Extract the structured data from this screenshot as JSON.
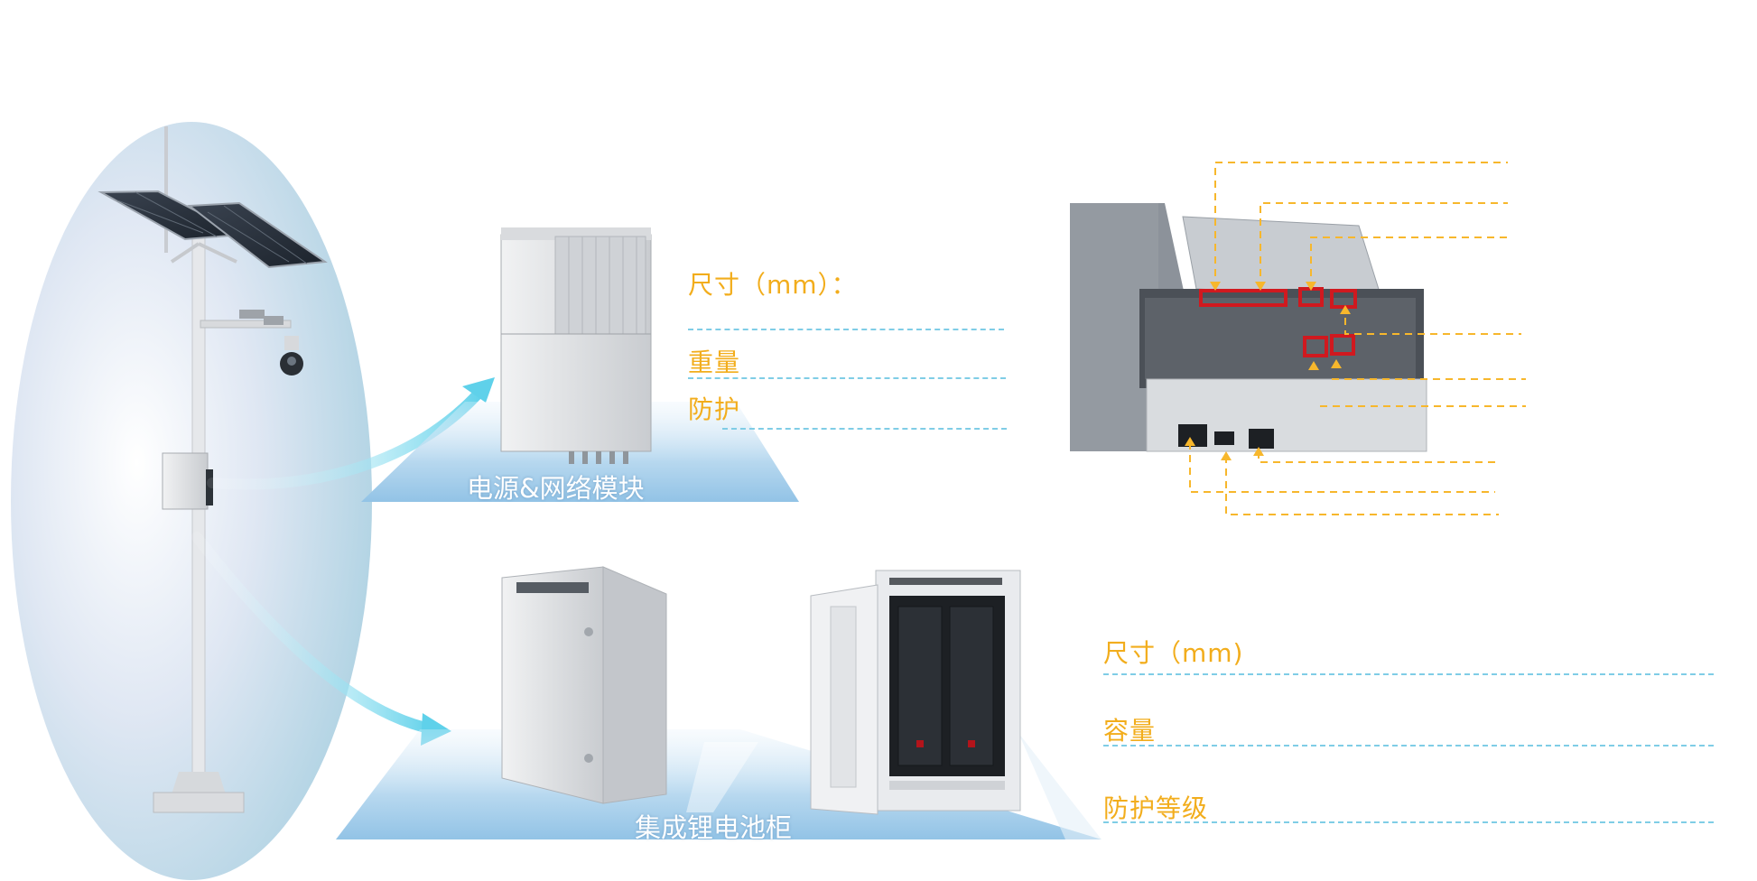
{
  "module": {
    "caption": "电源&网络模块",
    "labels": {
      "size": "尺寸（mm）：",
      "weight": "重量",
      "protection": "防护"
    }
  },
  "battery": {
    "caption": "集成锂电池柜",
    "labels": {
      "size": "尺寸（mm)",
      "capacity": "容量",
      "protection_level": "防护等级"
    }
  },
  "colors": {
    "label_orange": "#f2ad1c",
    "dashed_cyan": "#7fcde6",
    "callout_yellow": "#f7b72c",
    "port_highlight_red": "#d0191f",
    "platform_blue": "#a8cdea"
  },
  "icons": [
    "solar-pole-illustration",
    "camera-icon",
    "arrow-icon",
    "cabinet-icon",
    "battery-rack-icon"
  ]
}
